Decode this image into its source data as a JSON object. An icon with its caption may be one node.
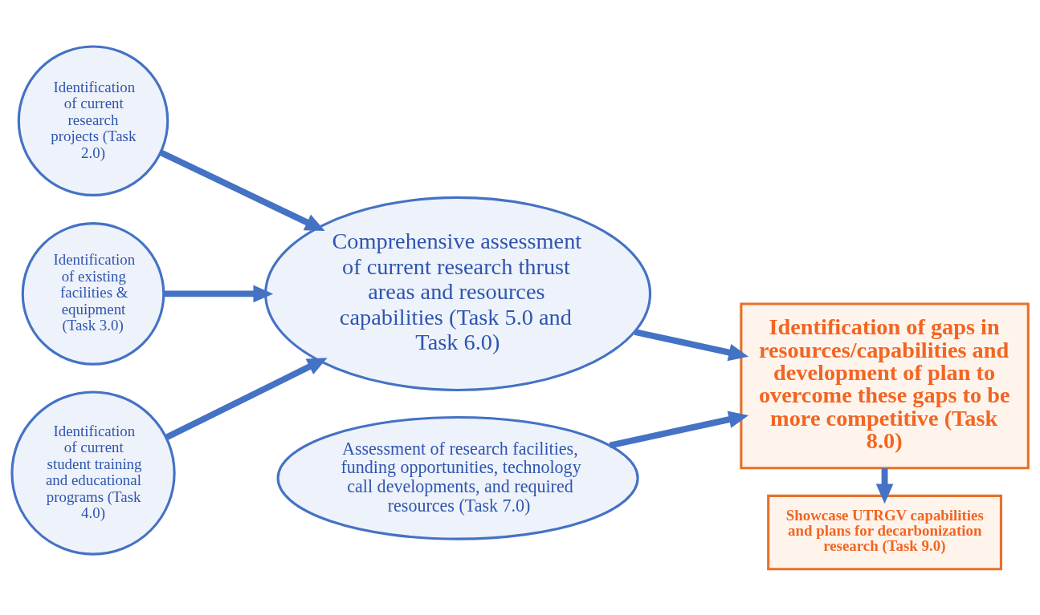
{
  "diagram": {
    "nodes": [
      {
        "text": [
          "Identification of current research projects (Task 2.0)"
        ]
      },
      {
        "text": [
          "Identification of existing facilities & equipment (Task 3.0)"
        ]
      },
      {
        "text": [
          "Identification of current student training and educational programs (Task 4.0)"
        ]
      },
      {
        "text": [
          "Comprehensive assessment of current research thrust areas and resources capabilities (Task 5.0 and Task 6.0)"
        ]
      },
      {
        "text": [
          "Assessment of research facilities, funding opportunities, technology call developments, and required resources (Task 7.0)"
        ]
      },
      {
        "text": [
          "Identification of gaps in resources/capabilities and development of plan to overcome these gaps to be more competitive (Task 8.0)"
        ]
      },
      {
        "text": [
          "Showcase UTRGV capabilities and plans for decarbonization research (Task 9.0)"
        ]
      }
    ],
    "edges": [
      {
        "from": 0,
        "to": 3,
        "arrow": "to"
      },
      {
        "from": 1,
        "to": 3,
        "arrow": "to"
      },
      {
        "from": 2,
        "to": 3,
        "arrow": "to"
      },
      {
        "from": 3,
        "to": 5,
        "arrow": "to"
      },
      {
        "from": 4,
        "to": 5,
        "arrow": "to"
      },
      {
        "from": 5,
        "to": 6,
        "arrow": "to"
      }
    ]
  }
}
